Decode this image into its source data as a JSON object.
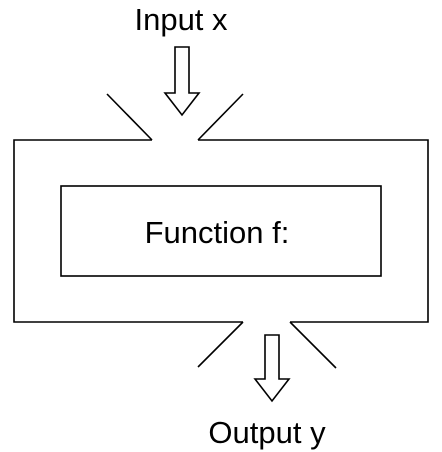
{
  "diagram": {
    "input_label": "Input x",
    "function_label": "Function f:",
    "output_label": "Output y"
  }
}
